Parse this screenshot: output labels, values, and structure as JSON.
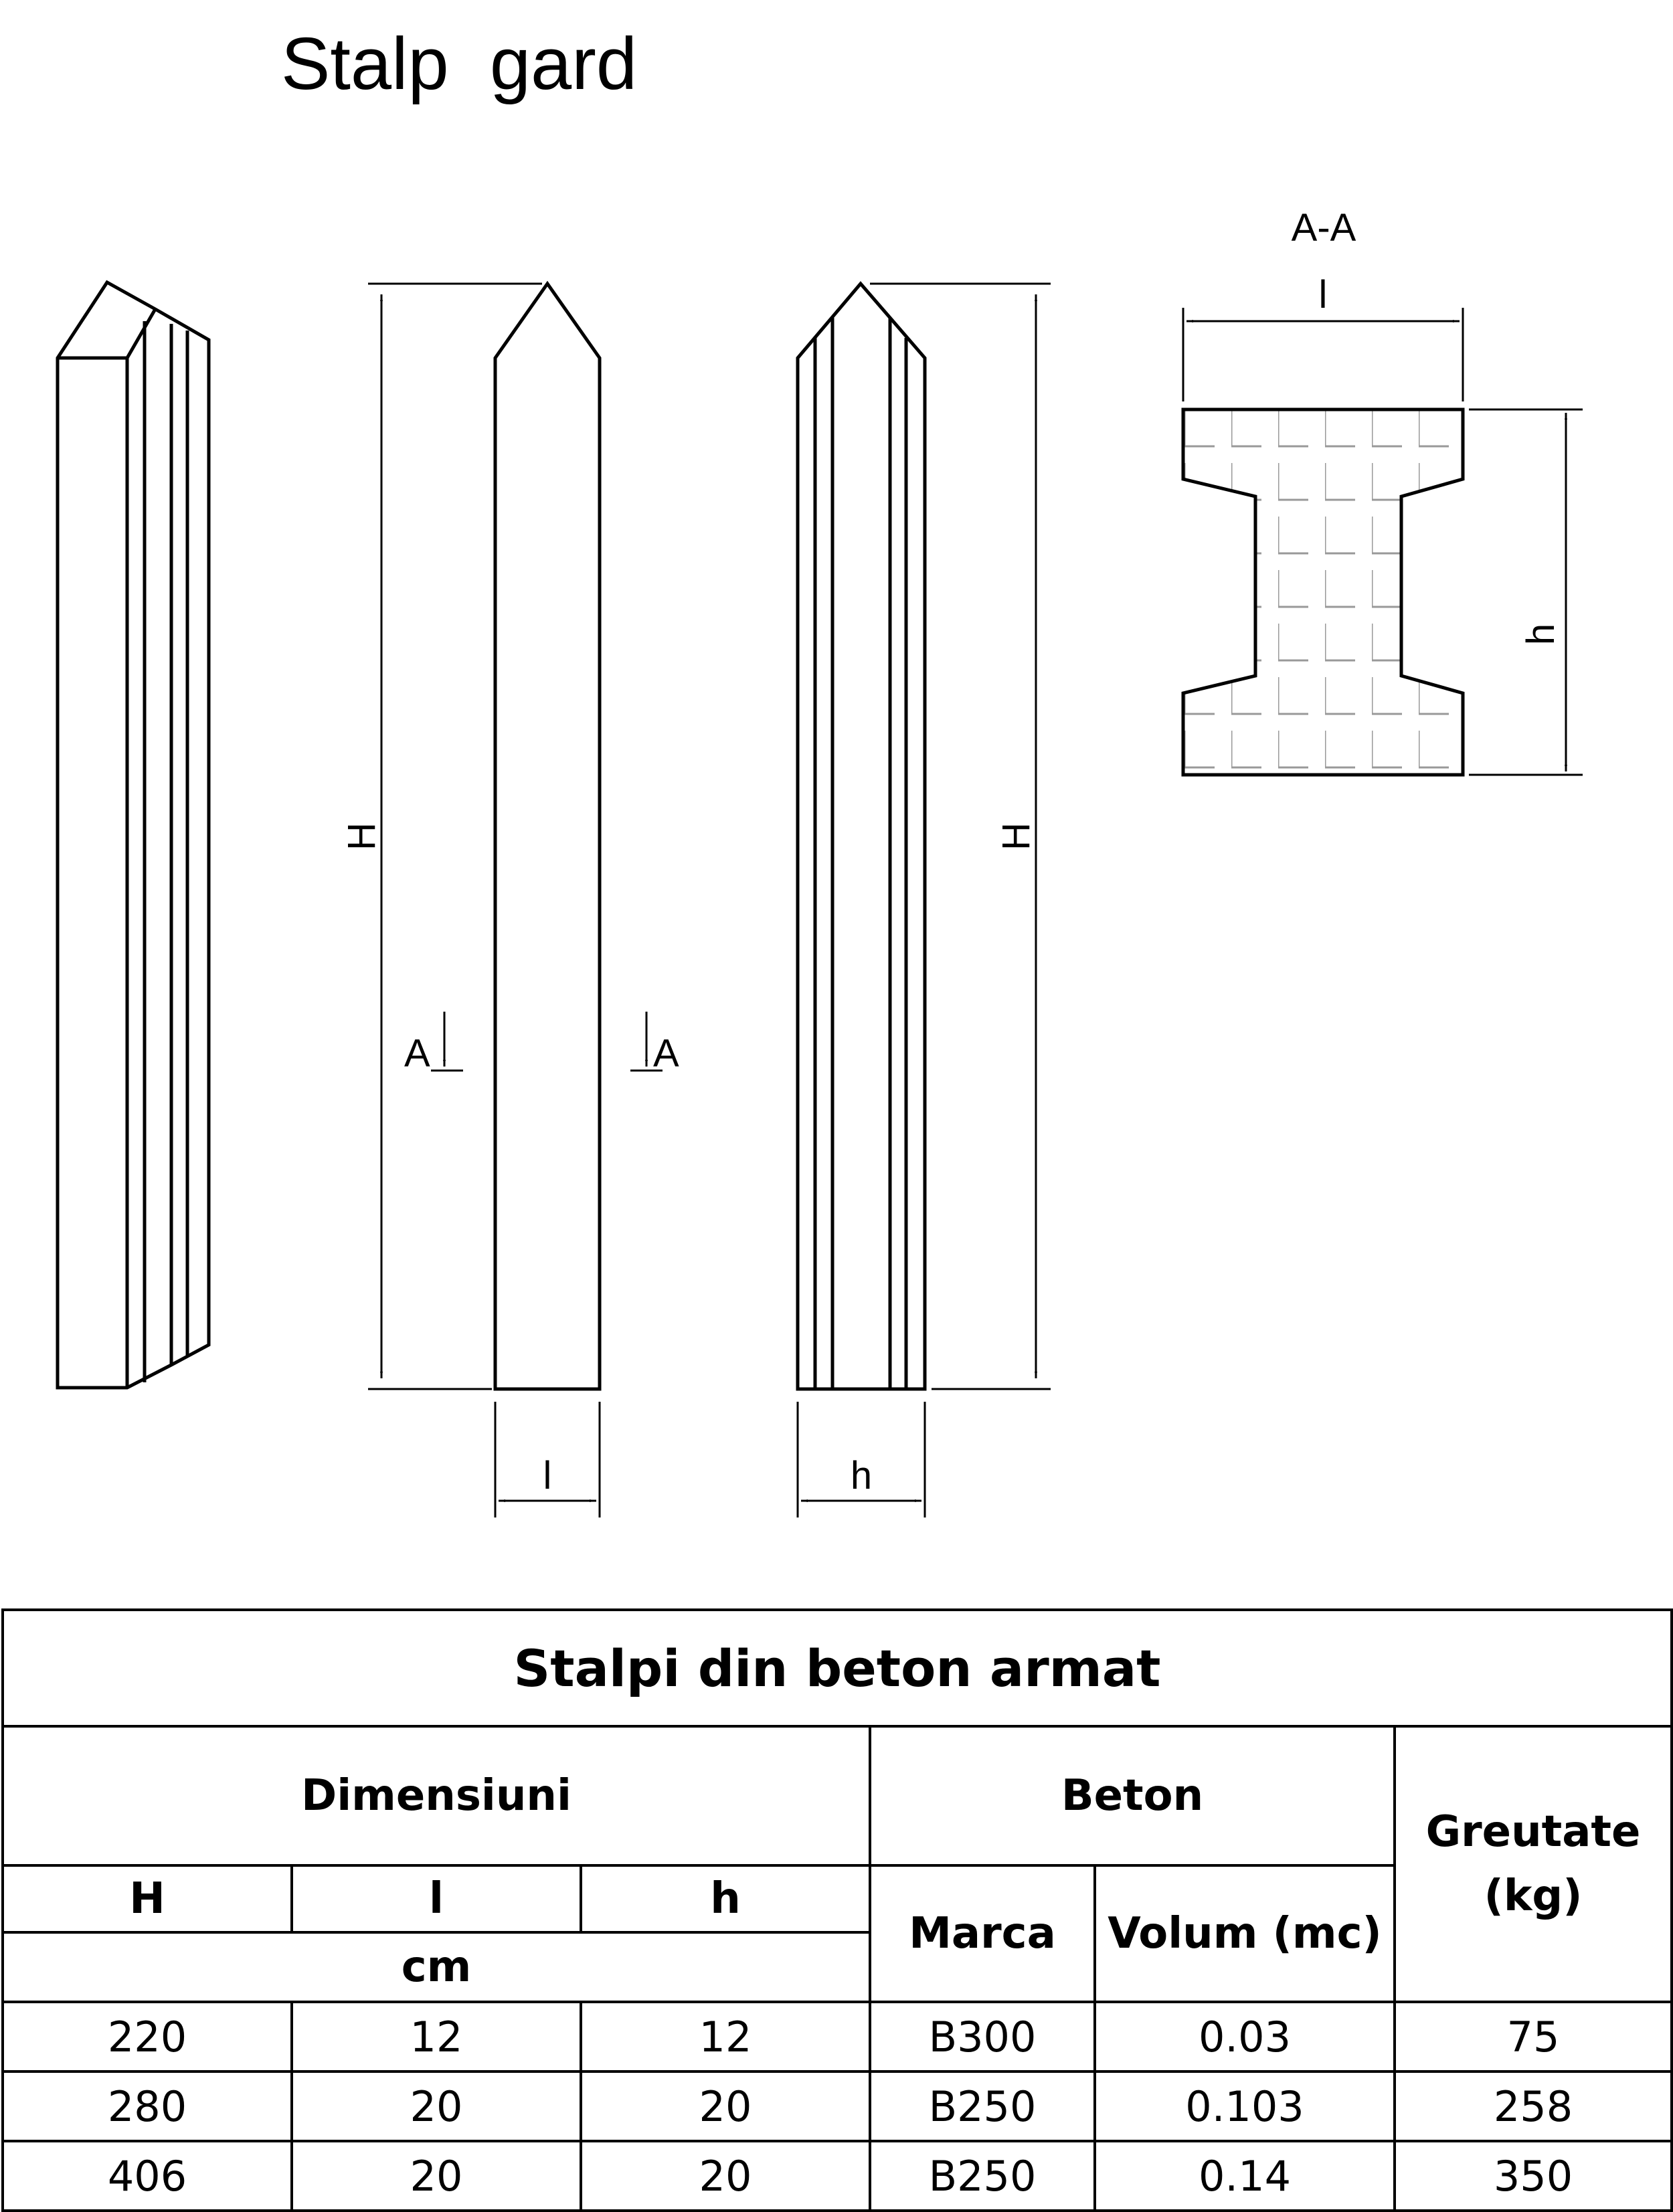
{
  "title": "Stalp  gard",
  "drawing": {
    "section_title": "A-A",
    "label_H_side": "H",
    "label_H_front": "H",
    "label_l_front": "l",
    "label_h_side": "h",
    "label_A_left": "A",
    "label_A_right": "A",
    "label_l_section": "l",
    "label_h_section": "h"
  },
  "table": {
    "title": "Stalpi din beton armat",
    "group_dimensions": "Dimensiuni",
    "group_beton": "Beton",
    "col_weight": "Greutate (kg)",
    "col_H": "H",
    "col_l": "l",
    "col_h": "h",
    "unit_cm": "cm",
    "col_marca": "Marca",
    "col_volum": "Volum (mc)",
    "rows": [
      {
        "H": "220",
        "l": "12",
        "h": "12",
        "marca": "B300",
        "volum": "0.03",
        "greutate": "75"
      },
      {
        "H": "280",
        "l": "20",
        "h": "20",
        "marca": "B250",
        "volum": "0.103",
        "greutate": "258"
      },
      {
        "H": "406",
        "l": "20",
        "h": "20",
        "marca": "B250",
        "volum": "0.14",
        "greutate": "350"
      }
    ]
  }
}
